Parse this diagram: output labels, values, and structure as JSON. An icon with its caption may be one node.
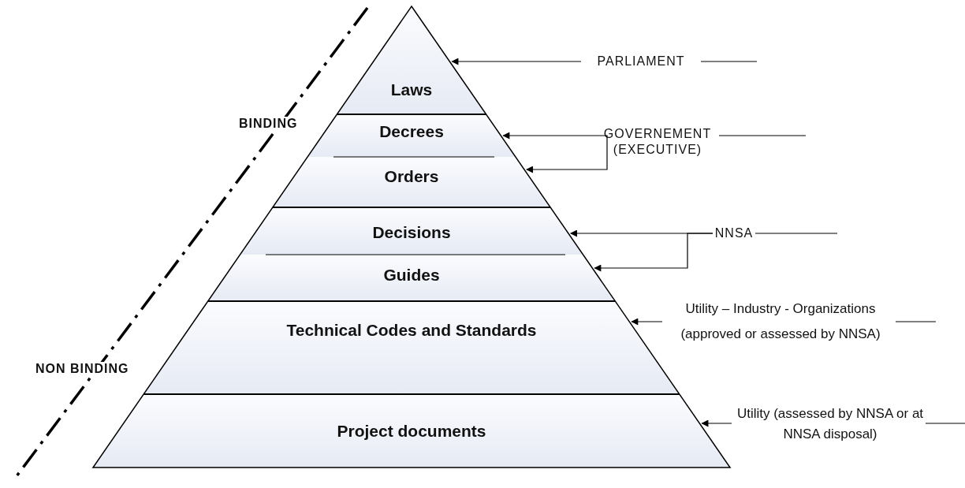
{
  "diagram": {
    "nodes": [
      {
        "text": [
          "Laws"
        ]
      },
      {
        "text": [
          "Decrees"
        ]
      },
      {
        "text": [
          "Orders"
        ]
      },
      {
        "text": [
          "Decisions"
        ]
      },
      {
        "text": [
          "Guides"
        ]
      },
      {
        "text": [
          "Technical Codes and Standards"
        ]
      },
      {
        "text": [
          "Project documents"
        ]
      },
      {
        "text": [
          "PARLIAMENT"
        ]
      },
      {
        "text": [
          "GOVERNEMENT (EXECUTIVE)"
        ]
      },
      {
        "text": [
          "NNSA"
        ]
      },
      {
        "text": [
          "Utility – Industry - Organizations (approved or assessed by NNSA)"
        ]
      },
      {
        "text": [
          "Utility (assessed by NNSA or at NNSA disposal)"
        ]
      }
    ],
    "edges": [
      {
        "from": 7,
        "to": 0,
        "arrow": "to"
      },
      {
        "from": 8,
        "to": 1,
        "arrow": "to"
      },
      {
        "from": 8,
        "to": 2,
        "arrow": "to"
      },
      {
        "from": 9,
        "to": 3,
        "arrow": "to"
      },
      {
        "from": 9,
        "to": 4,
        "arrow": "to"
      },
      {
        "from": 10,
        "to": 5,
        "arrow": "to"
      },
      {
        "from": 11,
        "to": 6,
        "arrow": "to"
      }
    ],
    "labels": [
      "BINDING",
      "NON BINDING"
    ]
  }
}
